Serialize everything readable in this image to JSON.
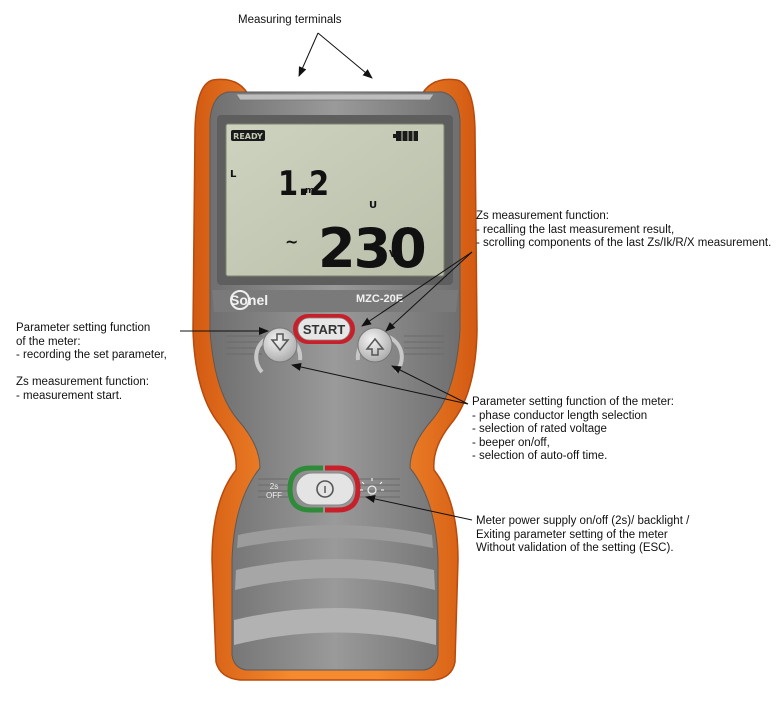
{
  "annotations": {
    "terminals": "Measuring terminals",
    "zs_recall": [
      "Zs measurement function:",
      "- recalling the last measurement result,",
      "- scrolling components of the last Zs/Ik/R/X measurement."
    ],
    "param_left": [
      "Parameter setting function",
      "of the meter:",
      "- recording the set parameter,",
      "",
      "Zs measurement function:",
      "- measurement start."
    ],
    "param_right": [
      "Parameter setting function of the meter:",
      "- phase conductor length selection",
      "- selection of rated voltage",
      "- beeper on/off,",
      "- selection of auto-off time."
    ],
    "power": [
      "Meter power supply on/off (2s)/ backlight /",
      "Exiting parameter setting of the meter",
      "Without validation of the setting (ESC)."
    ]
  },
  "device": {
    "brand": "Sonel",
    "model": "MZC-20E",
    "lcd": {
      "status": "READY",
      "line_label": "L",
      "length_value": "1.2",
      "length_unit": "m",
      "voltage_label": "U",
      "voltage_symbol": "~",
      "voltage_value": "230",
      "voltage_unit": "V"
    },
    "start_label": "START",
    "off_label_top": "2s",
    "off_label_bottom": "OFF",
    "power_symbol": "I"
  },
  "colors": {
    "orange": "#f07a22",
    "body_gray": "#8d8d8d",
    "lcd_bg": "#c5cbb6",
    "red_ring": "#c8202a",
    "green_ring": "#2f8a3a"
  },
  "icons": [
    "down-arrow-icon",
    "up-arrow-icon",
    "power-icon",
    "backlight-icon",
    "battery-icon"
  ]
}
